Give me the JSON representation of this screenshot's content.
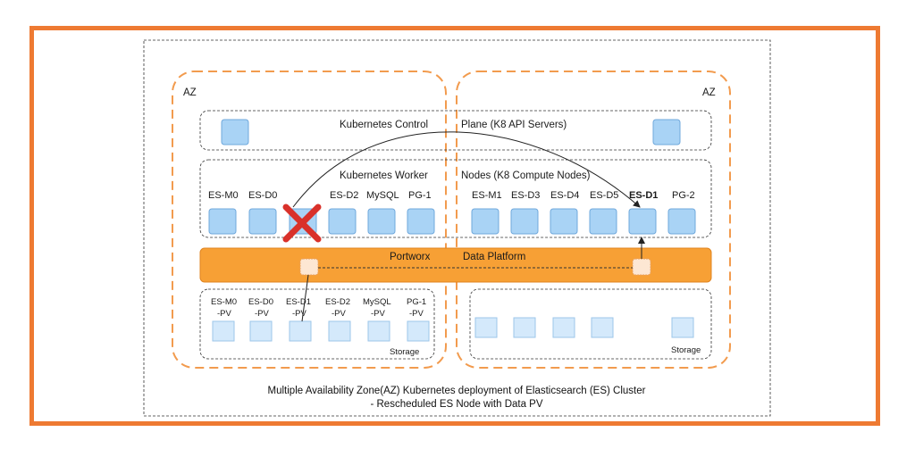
{
  "az": {
    "left_label": "AZ",
    "right_label": "AZ"
  },
  "control_plane": {
    "label_left": "Kubernetes  Control",
    "label_right": "Plane (K8 API Servers)"
  },
  "worker": {
    "label_left": "Kubernetes Worker",
    "label_right": "Nodes (K8 Compute Nodes)",
    "left_nodes": [
      "ES-M0",
      "ES-D0",
      "",
      "ES-D2",
      "MySQL",
      "PG-1"
    ],
    "right_nodes": [
      "ES-M1",
      "ES-D3",
      "ES-D4",
      "ES-D5",
      "ES-D1",
      "PG-2"
    ]
  },
  "platform": {
    "label_left": "Portworx",
    "label_right": "Data Platform"
  },
  "storage": {
    "label": "Storage",
    "left_pvs": [
      {
        "line1": "ES-M0",
        "line2": "-PV"
      },
      {
        "line1": "ES-D0",
        "line2": "-PV"
      },
      {
        "line1": "ES-D1",
        "line2": "-PV"
      },
      {
        "line1": "ES-D2",
        "line2": "-PV"
      },
      {
        "line1": "MySQL",
        "line2": "-PV"
      },
      {
        "line1": "PG-1",
        "line2": "-PV"
      }
    ],
    "right_label": "Storage"
  },
  "caption": {
    "line1": "Multiple Availability Zone(AZ) Kubernetes deployment of Elasticsearch (ES) Cluster",
    "line2": "- Rescheduled ES Node with Data PV"
  },
  "colors": {
    "frame": "#ee7a32",
    "az_border": "#f29b4e",
    "node_fill": "#a9d3f5",
    "node_stroke": "#6fa8dc",
    "pv_fill": "#d4e9fb",
    "platform_fill": "#f7a035",
    "failure_mark": "#d9312a"
  },
  "icons": {
    "failure": "red-x-icon"
  }
}
